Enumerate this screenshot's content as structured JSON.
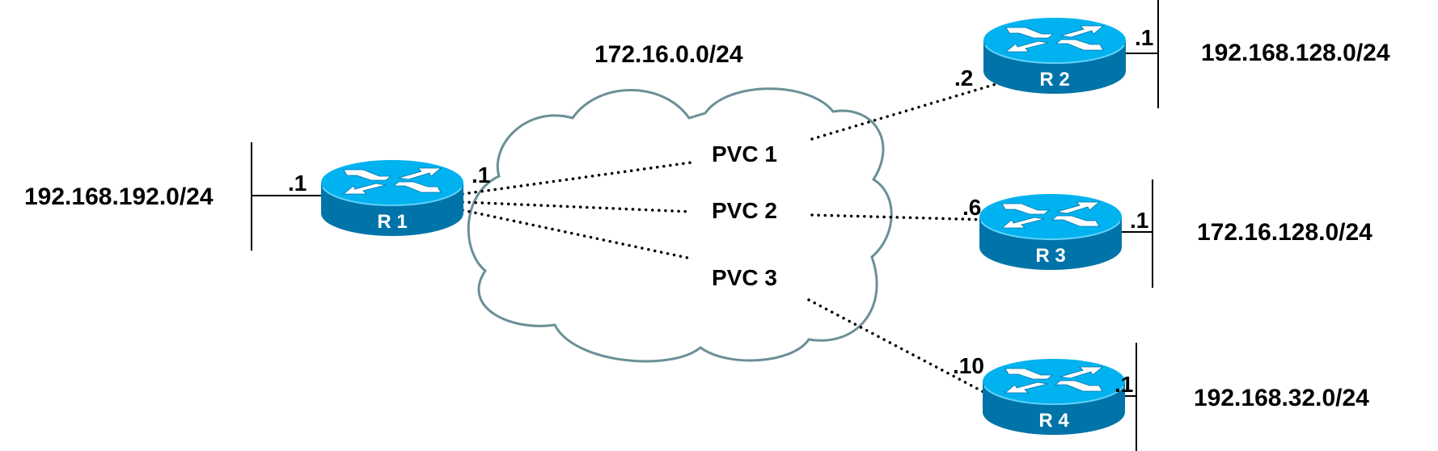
{
  "cloud": {
    "network": "172.16.0.0/24",
    "pvcs": [
      {
        "label": "PVC 1",
        "from": "R 1",
        "to": "R 2"
      },
      {
        "label": "PVC 2",
        "from": "R 1",
        "to": "R 3"
      },
      {
        "label": "PVC 3",
        "from": "R 1",
        "to": "R 4"
      }
    ]
  },
  "routers": [
    {
      "name": "R 1",
      "lan_network": "192.168.192.0/24",
      "lan_ip": ".1",
      "wan_ip": ".1"
    },
    {
      "name": "R 2",
      "lan_network": "192.168.128.0/24",
      "lan_ip": ".1",
      "wan_ip": ".2"
    },
    {
      "name": "R 3",
      "lan_network": "172.16.128.0/24",
      "lan_ip": ".1",
      "wan_ip": ".6"
    },
    {
      "name": "R 4",
      "lan_network": "192.168.32.0/24",
      "lan_ip": ".1",
      "wan_ip": ".10"
    }
  ],
  "colors": {
    "router_top": "#00b2f0",
    "router_side": "#0074a8",
    "cloud_stroke": "#6a9096"
  }
}
